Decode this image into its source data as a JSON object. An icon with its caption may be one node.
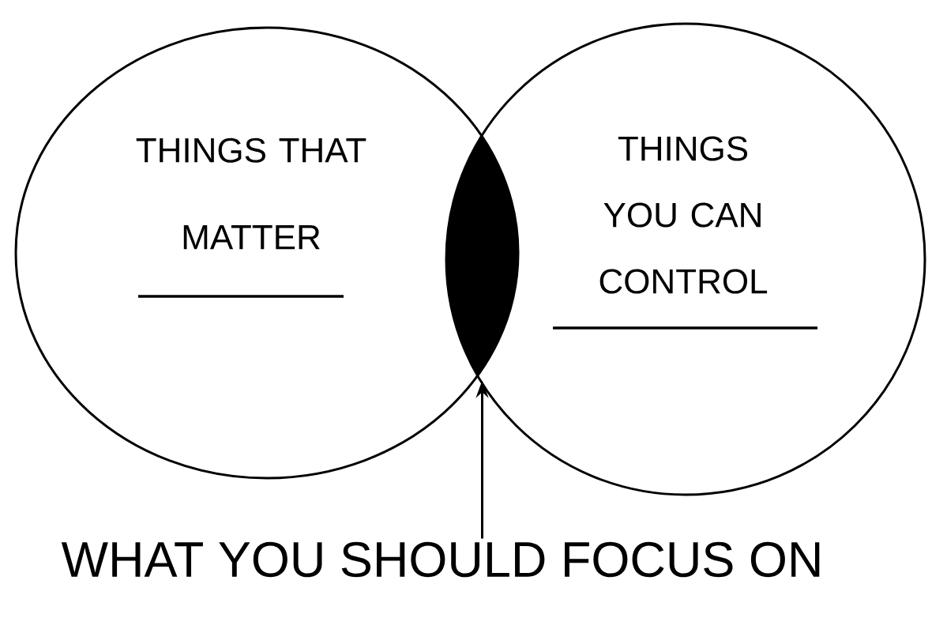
{
  "diagram": {
    "nodes": [
      {
        "text": [
          "THINGS THAT MATTER"
        ]
      },
      {
        "text": [
          "THINGS YOU CAN CONTROL"
        ]
      },
      {
        "text": [],
        "shape": "lens"
      },
      {
        "text": [
          "WHAT YOU SHOULD FOCUS ON"
        ]
      }
    ],
    "edges": [
      {
        "from": 3,
        "to": 2,
        "arrow": "to"
      }
    ]
  }
}
